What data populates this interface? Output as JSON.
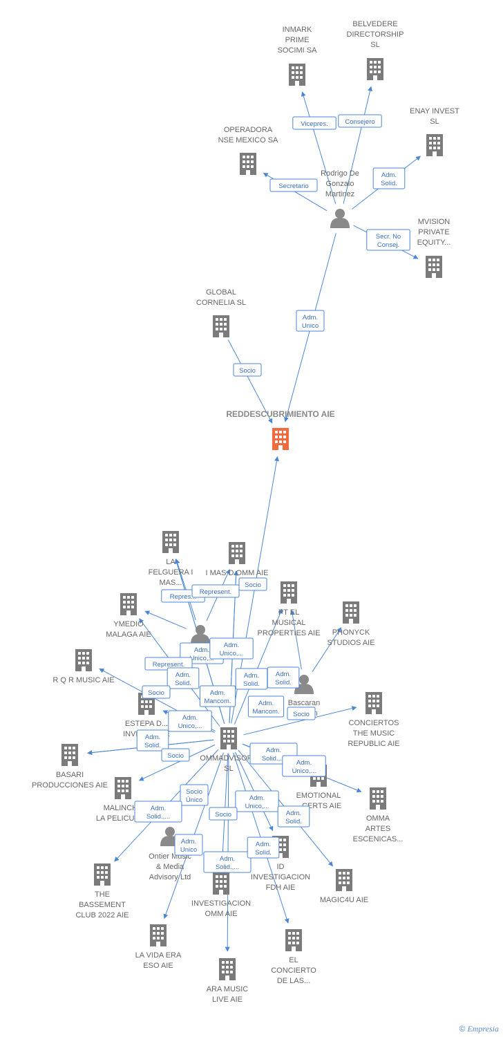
{
  "colors": {
    "edge": "#4a86d8",
    "company": "#7b7b7b",
    "main": "#f26a3d",
    "person": "#8a8a8a"
  },
  "nodes": [
    {
      "id": "inmark",
      "type": "company",
      "label": [
        "INMARK",
        "PRIME",
        "SOCIMI SA"
      ]
    },
    {
      "id": "belvedere",
      "type": "company",
      "label": [
        "BELVEDERE",
        "DIRECTORSHIP",
        "SL"
      ]
    },
    {
      "id": "enay",
      "type": "company",
      "label": [
        "ENAY INVEST",
        "SL"
      ]
    },
    {
      "id": "operadora",
      "type": "company",
      "label": [
        "OPERADORA",
        "NSE MEXICO SA"
      ]
    },
    {
      "id": "rodrigo",
      "type": "person",
      "label": [
        "Rodrigo De",
        "Gonzalo",
        "Martinez"
      ]
    },
    {
      "id": "mvision",
      "type": "company",
      "label": [
        "MVISION",
        "PRIVATE",
        "EQUITY..."
      ]
    },
    {
      "id": "global",
      "type": "company",
      "label": [
        "GLOBAL",
        "CORNELIA  SL"
      ]
    },
    {
      "id": "main",
      "type": "main",
      "label": [
        "REDDESCUBRIMIENTO AIE"
      ]
    },
    {
      "id": "lafelguera",
      "type": "company",
      "label": [
        "LA",
        "FELGUERA I",
        "MAS..."
      ]
    },
    {
      "id": "imasd",
      "type": "company",
      "label": [
        "I MAS D OMM AIE"
      ]
    },
    {
      "id": "ptel",
      "type": "company",
      "label": [
        "PT EL",
        "MUSICAL",
        "PROPERTIES AIE"
      ]
    },
    {
      "id": "phonyck",
      "type": "company",
      "label": [
        "PHONYCK",
        "STUDIOS AIE"
      ]
    },
    {
      "id": "ymedio",
      "type": "company",
      "label": [
        "YMEDIO",
        "MALAGA AIE"
      ]
    },
    {
      "id": "p_andrade",
      "type": "person",
      "label": [
        "...ndra..."
      ]
    },
    {
      "id": "rqr",
      "type": "company",
      "label": [
        "R Q R MUSIC AIE"
      ]
    },
    {
      "id": "bascaran",
      "type": "person",
      "label": [
        "Bascaran",
        "Carmen"
      ]
    },
    {
      "id": "conciertos",
      "type": "company",
      "label": [
        "CONCIERTOS",
        "THE MUSIC",
        "REPUBLIC AIE"
      ]
    },
    {
      "id": "estepa",
      "type": "company",
      "label": [
        "ESTEPA D...",
        "INVEST... AIE"
      ]
    },
    {
      "id": "ommadvisory",
      "type": "company",
      "label": [
        "OMMADVISORY",
        "SL"
      ]
    },
    {
      "id": "basari",
      "type": "company",
      "label": [
        "BASARI",
        "PRODUCCIONES AIE"
      ]
    },
    {
      "id": "emotional",
      "type": "company",
      "label": [
        "EMOTIONAL",
        "...CERTS AIE"
      ]
    },
    {
      "id": "omma",
      "type": "company",
      "label": [
        "OMMA",
        "ARTES",
        "ESCENICAS..."
      ]
    },
    {
      "id": "malinche",
      "type": "company",
      "label": [
        "MALINCHE",
        "LA PELICULA..."
      ]
    },
    {
      "id": "ontier",
      "type": "person",
      "label": [
        "Ontier Music",
        "& Media",
        "Advisory Ltd"
      ]
    },
    {
      "id": "idinv",
      "type": "company",
      "label": [
        "ID",
        "INVESTIGACION",
        "FDH AIE"
      ]
    },
    {
      "id": "magic4u",
      "type": "company",
      "label": [
        "MAGIC4U AIE"
      ]
    },
    {
      "id": "bassement",
      "type": "company",
      "label": [
        "THE",
        "BASSEMENT",
        "CLUB 2022 AIE"
      ]
    },
    {
      "id": "invomm",
      "type": "company",
      "label": [
        "INVESTIGACION",
        "OMM AIE"
      ]
    },
    {
      "id": "lavida",
      "type": "company",
      "label": [
        "LA VIDA ERA",
        "ESO AIE"
      ]
    },
    {
      "id": "elconcierto",
      "type": "company",
      "label": [
        "EL",
        "CONCIERTO",
        "DE LAS..."
      ]
    },
    {
      "id": "aramusic",
      "type": "company",
      "label": [
        "ARA MUSIC",
        "LIVE AIE"
      ]
    }
  ],
  "edges": [
    {
      "from": "rodrigo",
      "to": "inmark",
      "label": [
        "Vicepres."
      ]
    },
    {
      "from": "rodrigo",
      "to": "belvedere",
      "label": [
        "Consejero"
      ]
    },
    {
      "from": "rodrigo",
      "to": "enay",
      "label": [
        "Adm.",
        "Solid."
      ]
    },
    {
      "from": "rodrigo",
      "to": "operadora",
      "label": [
        "Secretario"
      ]
    },
    {
      "from": "rodrigo",
      "to": "mvision",
      "label": [
        "Secr.  No",
        "Consej."
      ]
    },
    {
      "from": "rodrigo",
      "to": "main",
      "label": [
        "Adm.",
        "Unico"
      ]
    },
    {
      "from": "global",
      "to": "main",
      "label": [
        "Socio"
      ]
    },
    {
      "from": "ommadvisory",
      "to": "main",
      "label": []
    },
    {
      "from": "p_andrade",
      "to": "lafelguera",
      "label": [
        "Repres..."
      ]
    },
    {
      "from": "p_andrade",
      "to": "imasd",
      "label": [
        "Represent."
      ]
    },
    {
      "from": "ommadvisory",
      "to": "imasd",
      "label": [
        "Socio"
      ]
    },
    {
      "from": "ommadvisory",
      "to": "lafelguera",
      "label": [
        "Adm.",
        "Unico,..."
      ]
    },
    {
      "from": "ommadvisory",
      "to": "imasd",
      "label": [
        "Adm.",
        "Unico,..."
      ]
    },
    {
      "from": "ommadvisory",
      "to": "ptel",
      "label": [
        "Adm.",
        "Solid."
      ]
    },
    {
      "from": "bascaran",
      "to": "phonyck",
      "label": [
        "Adm.",
        "Solid."
      ]
    },
    {
      "from": "p_andrade",
      "to": "ymedio",
      "label": [
        "Represent."
      ]
    },
    {
      "from": "ommadvisory",
      "to": "ymedio",
      "label": [
        "Adm.",
        "Solid."
      ]
    },
    {
      "from": "ommadvisory",
      "to": "rqr",
      "label": [
        "Socio"
      ]
    },
    {
      "from": "ommadvisory",
      "to": "lafelguera",
      "label": [
        "Adm.",
        "Mancom."
      ]
    },
    {
      "from": "bascaran",
      "to": "ptel",
      "label": [
        "Adm.",
        "Mancom."
      ]
    },
    {
      "from": "ommadvisory",
      "to": "conciertos",
      "label": [
        "Socio"
      ]
    },
    {
      "from": "ommadvisory",
      "to": "estepa",
      "label": [
        "Adm.",
        "Unico,..."
      ]
    },
    {
      "from": "ommadvisory",
      "to": "basari",
      "label": [
        "Adm.",
        "Solid."
      ]
    },
    {
      "from": "ommadvisory",
      "to": "basari",
      "label": [
        "Socio"
      ]
    },
    {
      "from": "ommadvisory",
      "to": "emotional",
      "label": [
        "Adm.",
        "Solid.,..."
      ]
    },
    {
      "from": "ommadvisory",
      "to": "omma",
      "label": [
        "Adm.",
        "Unico,..."
      ]
    },
    {
      "from": "ommadvisory",
      "to": "malinche",
      "label": [
        "Socio",
        "Único"
      ]
    },
    {
      "from": "ommadvisory",
      "to": "bassement",
      "label": [
        "Adm.",
        "Solid.,..."
      ]
    },
    {
      "from": "ommadvisory",
      "to": "idinv",
      "label": [
        "Adm.",
        "Unico,..."
      ]
    },
    {
      "from": "ommadvisory",
      "to": "magic4u",
      "label": [
        "Adm.",
        "Solid."
      ]
    },
    {
      "from": "ommadvisory",
      "to": "invomm",
      "label": [
        "Socio"
      ]
    },
    {
      "from": "ommadvisory",
      "to": "lavida",
      "label": [
        "Adm.",
        "Unico"
      ]
    },
    {
      "from": "ommadvisory",
      "to": "aramusic",
      "label": [
        "Adm.",
        "Solid.,..."
      ]
    },
    {
      "from": "ommadvisory",
      "to": "elconcierto",
      "label": [
        "Adm.",
        "Solid."
      ]
    }
  ],
  "credit": {
    "symbol": "©",
    "brand": "Empresia"
  }
}
